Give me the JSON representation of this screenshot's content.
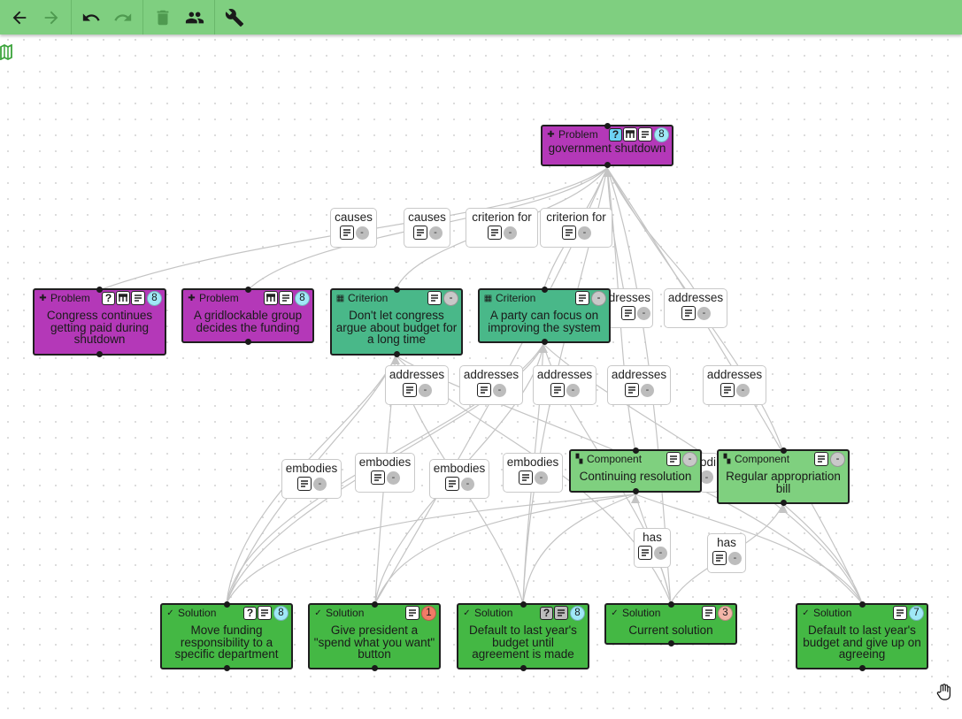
{
  "toolbar": {
    "buttons": [
      {
        "name": "back-icon",
        "enabled": true
      },
      {
        "name": "forward-icon",
        "enabled": false
      },
      {
        "name": "undo-icon",
        "enabled": true
      },
      {
        "name": "redo-icon",
        "enabled": false
      },
      {
        "name": "delete-icon",
        "enabled": false
      },
      {
        "name": "people-icon",
        "enabled": true
      },
      {
        "name": "wrench-icon",
        "enabled": true
      }
    ]
  },
  "colors": {
    "toolbar": "#7fcf80",
    "problem": "#b438b8",
    "criterion": "#49b889",
    "component": "#7fd07f",
    "solution": "#44b844",
    "score_cyan": "#9fe8f7",
    "score_pink": "#f2b5a8",
    "score_red": "#f07b66",
    "edge": "#c4c4c4"
  },
  "nodes": {
    "government_shutdown": {
      "type": "Problem",
      "text": "government shutdown",
      "score": "8"
    },
    "congress_paid": {
      "type": "Problem",
      "text": "Congress continues getting paid during shutdown",
      "score": "8"
    },
    "gridlockable": {
      "type": "Problem",
      "text": "A gridlockable group decides the funding",
      "score": "8"
    },
    "dont_let_congress": {
      "type": "Criterion",
      "text": "Don't let congress argue about budget for a long time",
      "score": "-"
    },
    "party_focus": {
      "type": "Criterion",
      "text": "A party can focus on improving the system",
      "score": "-"
    },
    "continuing_resolution": {
      "type": "Component",
      "text": "Continuing resolution",
      "score": "-"
    },
    "regular_appropriation": {
      "type": "Component",
      "text": "Regular appropriation bill",
      "score": "-"
    },
    "move_funding": {
      "type": "Solution",
      "text": "Move funding responsibility to a specific department",
      "score": "8"
    },
    "spend_button": {
      "type": "Solution",
      "text": "Give president a \"spend what you want\" button",
      "score": "1"
    },
    "default_until": {
      "type": "Solution",
      "text": "Default to last year's budget until agreement is made",
      "score": "8"
    },
    "current_solution": {
      "type": "Solution",
      "text": "Current solution",
      "score": "3"
    },
    "default_give_up": {
      "type": "Solution",
      "text": "Default to last year's budget and give up on agreeing",
      "score": "7"
    }
  },
  "edge_labels": {
    "causes_1": {
      "text": "causes",
      "score": "-"
    },
    "causes_2": {
      "text": "causes",
      "score": "-"
    },
    "criterion_for_1": {
      "text": "criterion for",
      "score": "-"
    },
    "criterion_for_2": {
      "text": "criterion for",
      "score": "-"
    },
    "addresses_partial": {
      "text": "ddresses",
      "score": "-"
    },
    "addresses_top": {
      "text": "addresses",
      "score": "-"
    },
    "addresses_1": {
      "text": "addresses",
      "score": "-"
    },
    "addresses_2": {
      "text": "addresses",
      "score": "-"
    },
    "addresses_3": {
      "text": "addresses",
      "score": "-"
    },
    "addresses_4": {
      "text": "addresses",
      "score": "-"
    },
    "addresses_5": {
      "text": "addresses",
      "score": "-"
    },
    "embodies_1": {
      "text": "embodies",
      "score": "-"
    },
    "embodies_2": {
      "text": "embodies",
      "score": "-"
    },
    "embodies_3": {
      "text": "embodies",
      "score": "-"
    },
    "embodies_4": {
      "text": "embodies",
      "score": "-"
    },
    "embodies_partial": {
      "text": "odi",
      "score": "-"
    },
    "has_1": {
      "text": "has",
      "score": "-"
    },
    "has_2": {
      "text": "has",
      "score": "-"
    }
  }
}
